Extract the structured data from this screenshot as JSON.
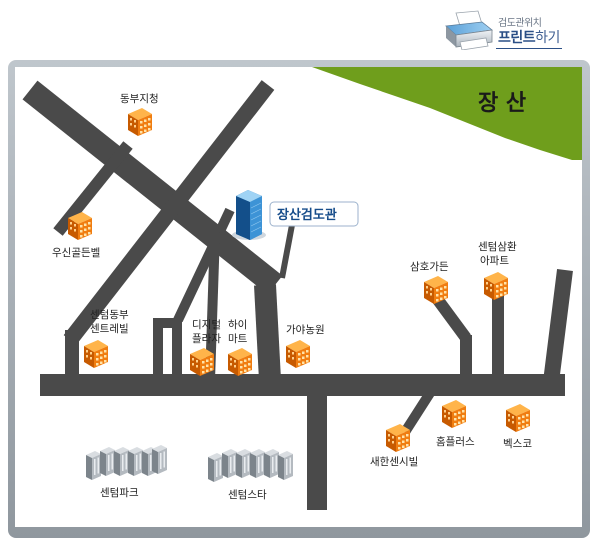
{
  "print": {
    "small": "검도관위치",
    "big_strong": "프린트",
    "big_light": "하기"
  },
  "mountain": "장 산",
  "hq": "장산검도관",
  "labels": {
    "dongbu_jicheong": "동부지청",
    "usin_golden_bell": "우신골든벨",
    "centum_dongbu_1": "센텀동부",
    "centum_dongbu_2": "센트레빌",
    "digital_plaza_1": "디지털",
    "digital_plaza_2": "플라자",
    "hi_mart_1": "하이",
    "hi_mart_2": "마트",
    "gaya_nongwon": "가야농원",
    "samho_garden": "삼호가든",
    "centum_samhwan_1": "센텀삼환",
    "centum_samhwan_2": "아파트",
    "saehan_censivil": "새한센시빌",
    "homeplus": "홈플러스",
    "beksco": "벡스코",
    "centum_park": "센텀파크",
    "centum_star": "센텀스타"
  },
  "colors": {
    "road": "#4a4a4a",
    "mountain": "#6f9e1c",
    "building_front": "#f07d10",
    "building_side": "#c75a00",
    "building_top": "#ffb44a",
    "hq_blue": "#164c8a",
    "gray_building": "#9aa1a8"
  }
}
